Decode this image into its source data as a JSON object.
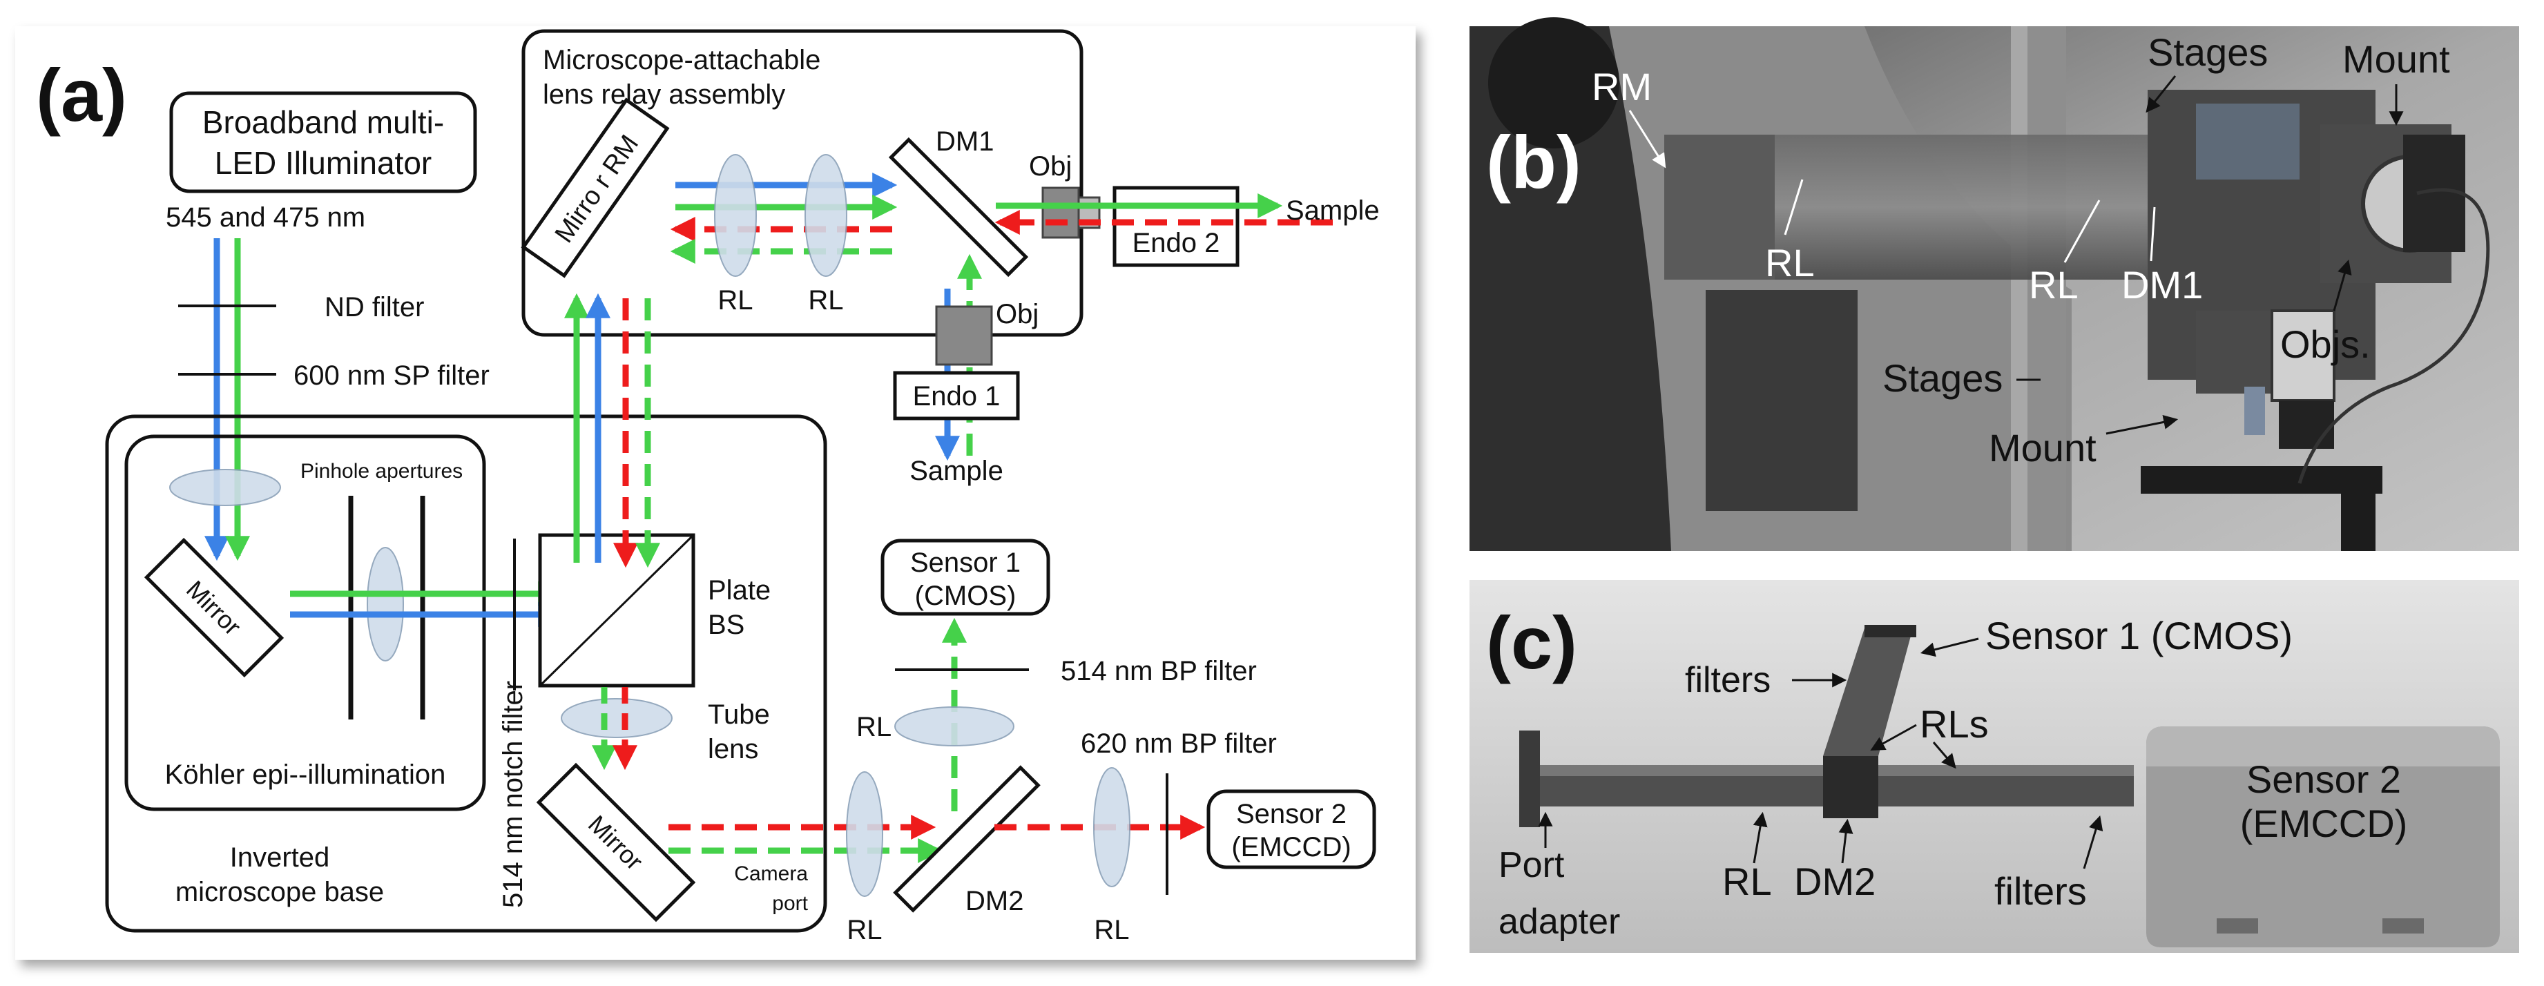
{
  "panel_a": {
    "panel_label": "(a)",
    "illuminator_label_line1": "Broadband multi-",
    "illuminator_label_line2": "LED Illuminator",
    "wavelengths_label": "545 and 475 nm",
    "nd_filter_label": "ND filter",
    "sp_filter_label": "600 nm SP filter",
    "relay_title_line1": "Microscope-attachable",
    "relay_title_line2": "lens relay assembly",
    "mirror_rm_label": "Mirro r RM",
    "rl_label": "RL",
    "dm1_label": "DM1",
    "obj_label": "Obj",
    "endo2_label": "Endo 2",
    "endo1_label": "Endo 1",
    "sample_label": "Sample",
    "pinhole_label": "Pinhole apertures",
    "mirror_label": "Mirror",
    "kohler_label": "Köhler epi--illumination",
    "base_label_line1": "Inverted",
    "base_label_line2": "microscope base",
    "notch_filter_label": "514 nm  notch filter",
    "plate_bs_line1": "Plate",
    "plate_bs_line2": "BS",
    "tube_lens_line1": "Tube",
    "tube_lens_line2": "lens",
    "camera_port_line1": "Camera",
    "camera_port_line2": "port",
    "sensor1_line1": "Sensor 1",
    "sensor1_line2": "(CMOS)",
    "bp514_label": "514 nm BP filter",
    "bp620_label": "620 nm BP filter",
    "dm2_label": "DM2",
    "sensor2_line1": "Sensor 2",
    "sensor2_line2": "(EMCCD)"
  },
  "panel_b": {
    "panel_label": "(b)",
    "rm_label": "RM",
    "stages_label": "Stages",
    "mount_label": "Mount",
    "rl_label": "RL",
    "dm1_label": "DM1",
    "objs_label": "Objs.",
    "stages_label2": "Stages",
    "mount_label2": "Mount"
  },
  "panel_c": {
    "panel_label": "(c)",
    "sensor1_label": "Sensor 1 (CMOS)",
    "filters_label": "filters",
    "rls_label": "RLs",
    "sensor2_line1": "Sensor 2",
    "sensor2_line2": "(EMCCD)",
    "port_line1": "Port",
    "port_line2": "adapter",
    "rl_label": "RL",
    "dm2_label": "DM2",
    "filters_label2": "filters"
  },
  "colors": {
    "blue_beam": "#3b82e6",
    "green_beam": "#45d14a",
    "red_beam": "#ee1c1c",
    "lens_fill": "#cfdcea",
    "render_dark": "#3a3a3a",
    "render_bg_b": "#9a9a9a",
    "render_bg_c": "#c8c8c8"
  }
}
